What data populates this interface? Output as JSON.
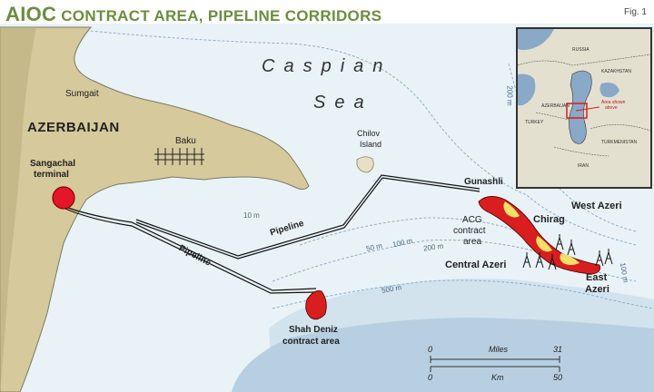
{
  "header": {
    "title_lead": "AIOC",
    "title_rest": "CONTRACT AREA, PIPELINE CORRIDORS",
    "figure_label": "Fig. 1"
  },
  "map": {
    "sea_line1": "Caspian",
    "sea_line2": "Sea",
    "country": "AZERBAIJAN",
    "places": {
      "sumgait": "Sumgait",
      "baku": "Baku",
      "terminal_line1": "Sangachal",
      "terminal_line2": "terminal",
      "island_line1": "Chilov",
      "island_line2": "Island",
      "gunashli": "Gunashli",
      "chirag": "Chirag",
      "west_azeri": "West Azeri",
      "central_azeri": "Central Azeri",
      "east_azeri_line1": "East",
      "east_azeri_line2": "Azeri",
      "acg_line1": "ACG",
      "acg_line2": "contract",
      "acg_line3": "area",
      "shah_deniz_line1": "Shah Deniz",
      "shah_deniz_line2": "contract area"
    },
    "pipeline_labels": [
      "Pipeline",
      "Pipeline"
    ],
    "depth_labels": {
      "d10": "10 m",
      "d50": "50 m",
      "d100": "100 m",
      "d200_a": "200 m",
      "d200_b": "200 m",
      "d500": "500 m",
      "d100_east": "100 m"
    },
    "scale": {
      "miles_label": "Miles",
      "miles_start": "0",
      "miles_end": "31",
      "km_label": "Km",
      "km_start": "0",
      "km_end": "50"
    }
  },
  "inset": {
    "labels": {
      "russia": "RUSSIA",
      "kazakhstan": "KAZAKHSTAN",
      "turkey": "TURKEY",
      "azerbaijan": "AZERBAIJAN",
      "iran": "IRAN",
      "turkmenistan": "TURKMENISTAN",
      "area_line1": "Area shown",
      "area_line2": "above"
    }
  },
  "colors": {
    "land": "#d6c99c",
    "water_shallow": "#e9f2f7",
    "water_mid": "#d2e3ee",
    "water_deep": "#b7cfe1",
    "field_red": "#d81e1e",
    "field_yellow": "#f5df68",
    "title_green": "#6b8e3d",
    "terminal_red": "#e3162a"
  }
}
